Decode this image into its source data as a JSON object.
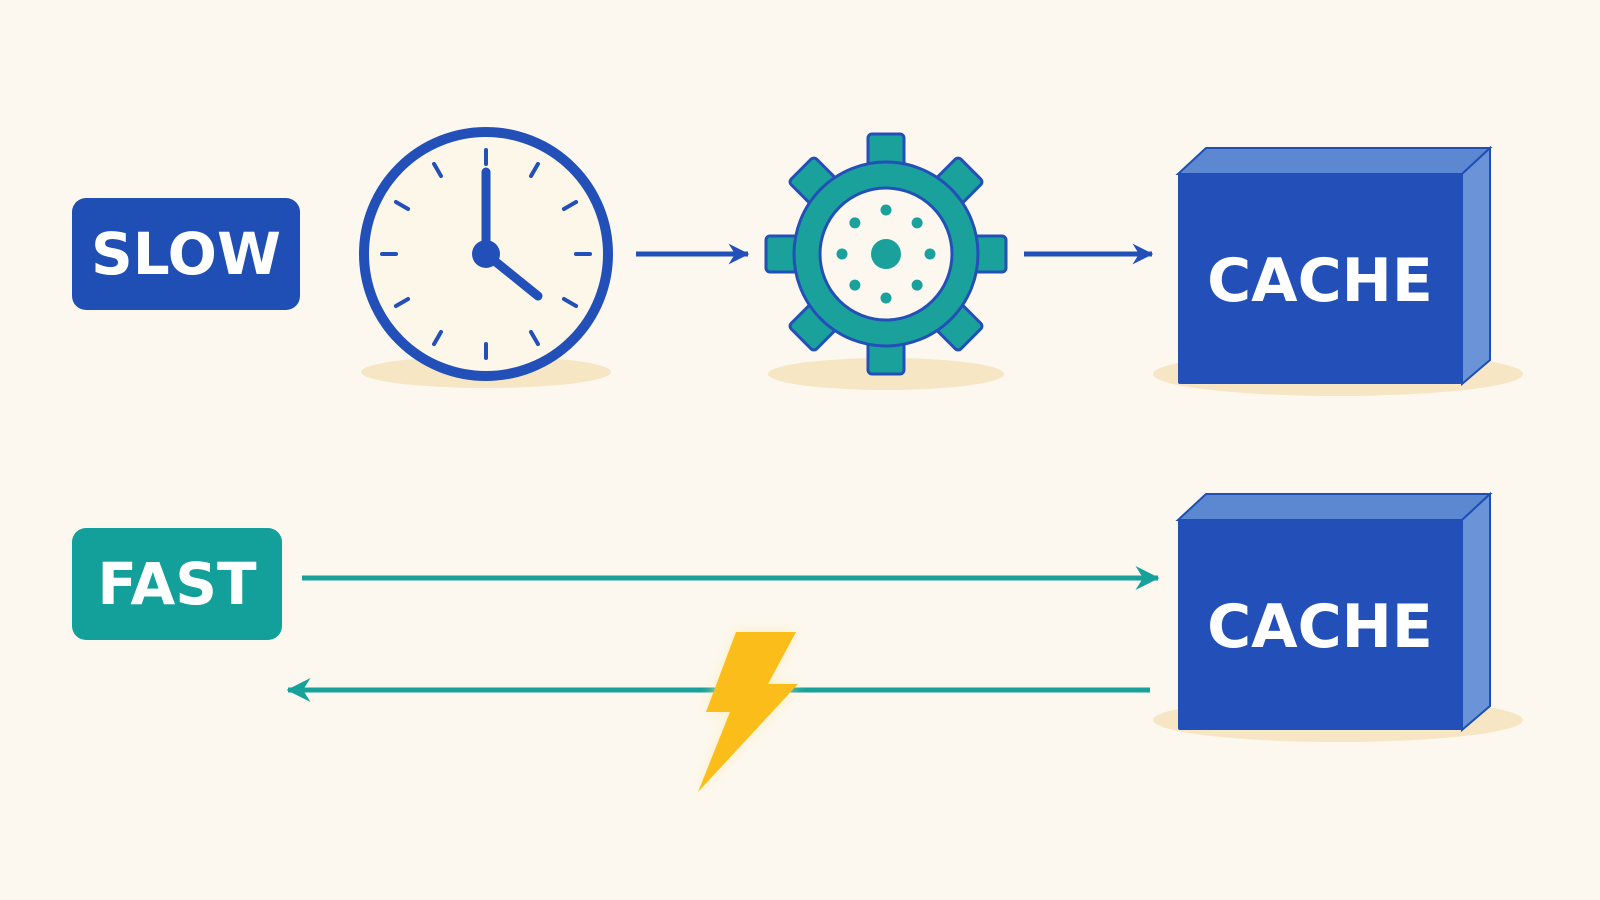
{
  "colors": {
    "background": "#fcf8ef",
    "slow_badge": "#1f4fb4",
    "fast_badge": "#14a09a",
    "blue_stroke": "#2350b8",
    "clock_face": "#fdf7ea",
    "gear": "#1aa19c",
    "cache_front": "#2350b8",
    "cache_top": "#5c88d2",
    "cache_side": "#6a93d8",
    "teal_arrow": "#17a19b",
    "lightning": "#fbbd1a",
    "shadow": "#f7e6c4"
  },
  "slow_path": {
    "badge_label": "SLOW",
    "icons": [
      "clock-icon",
      "gear-icon"
    ],
    "cache_label": "CACHE"
  },
  "fast_path": {
    "badge_label": "FAST",
    "icons": [
      "lightning-icon"
    ],
    "cache_label": "CACHE"
  }
}
